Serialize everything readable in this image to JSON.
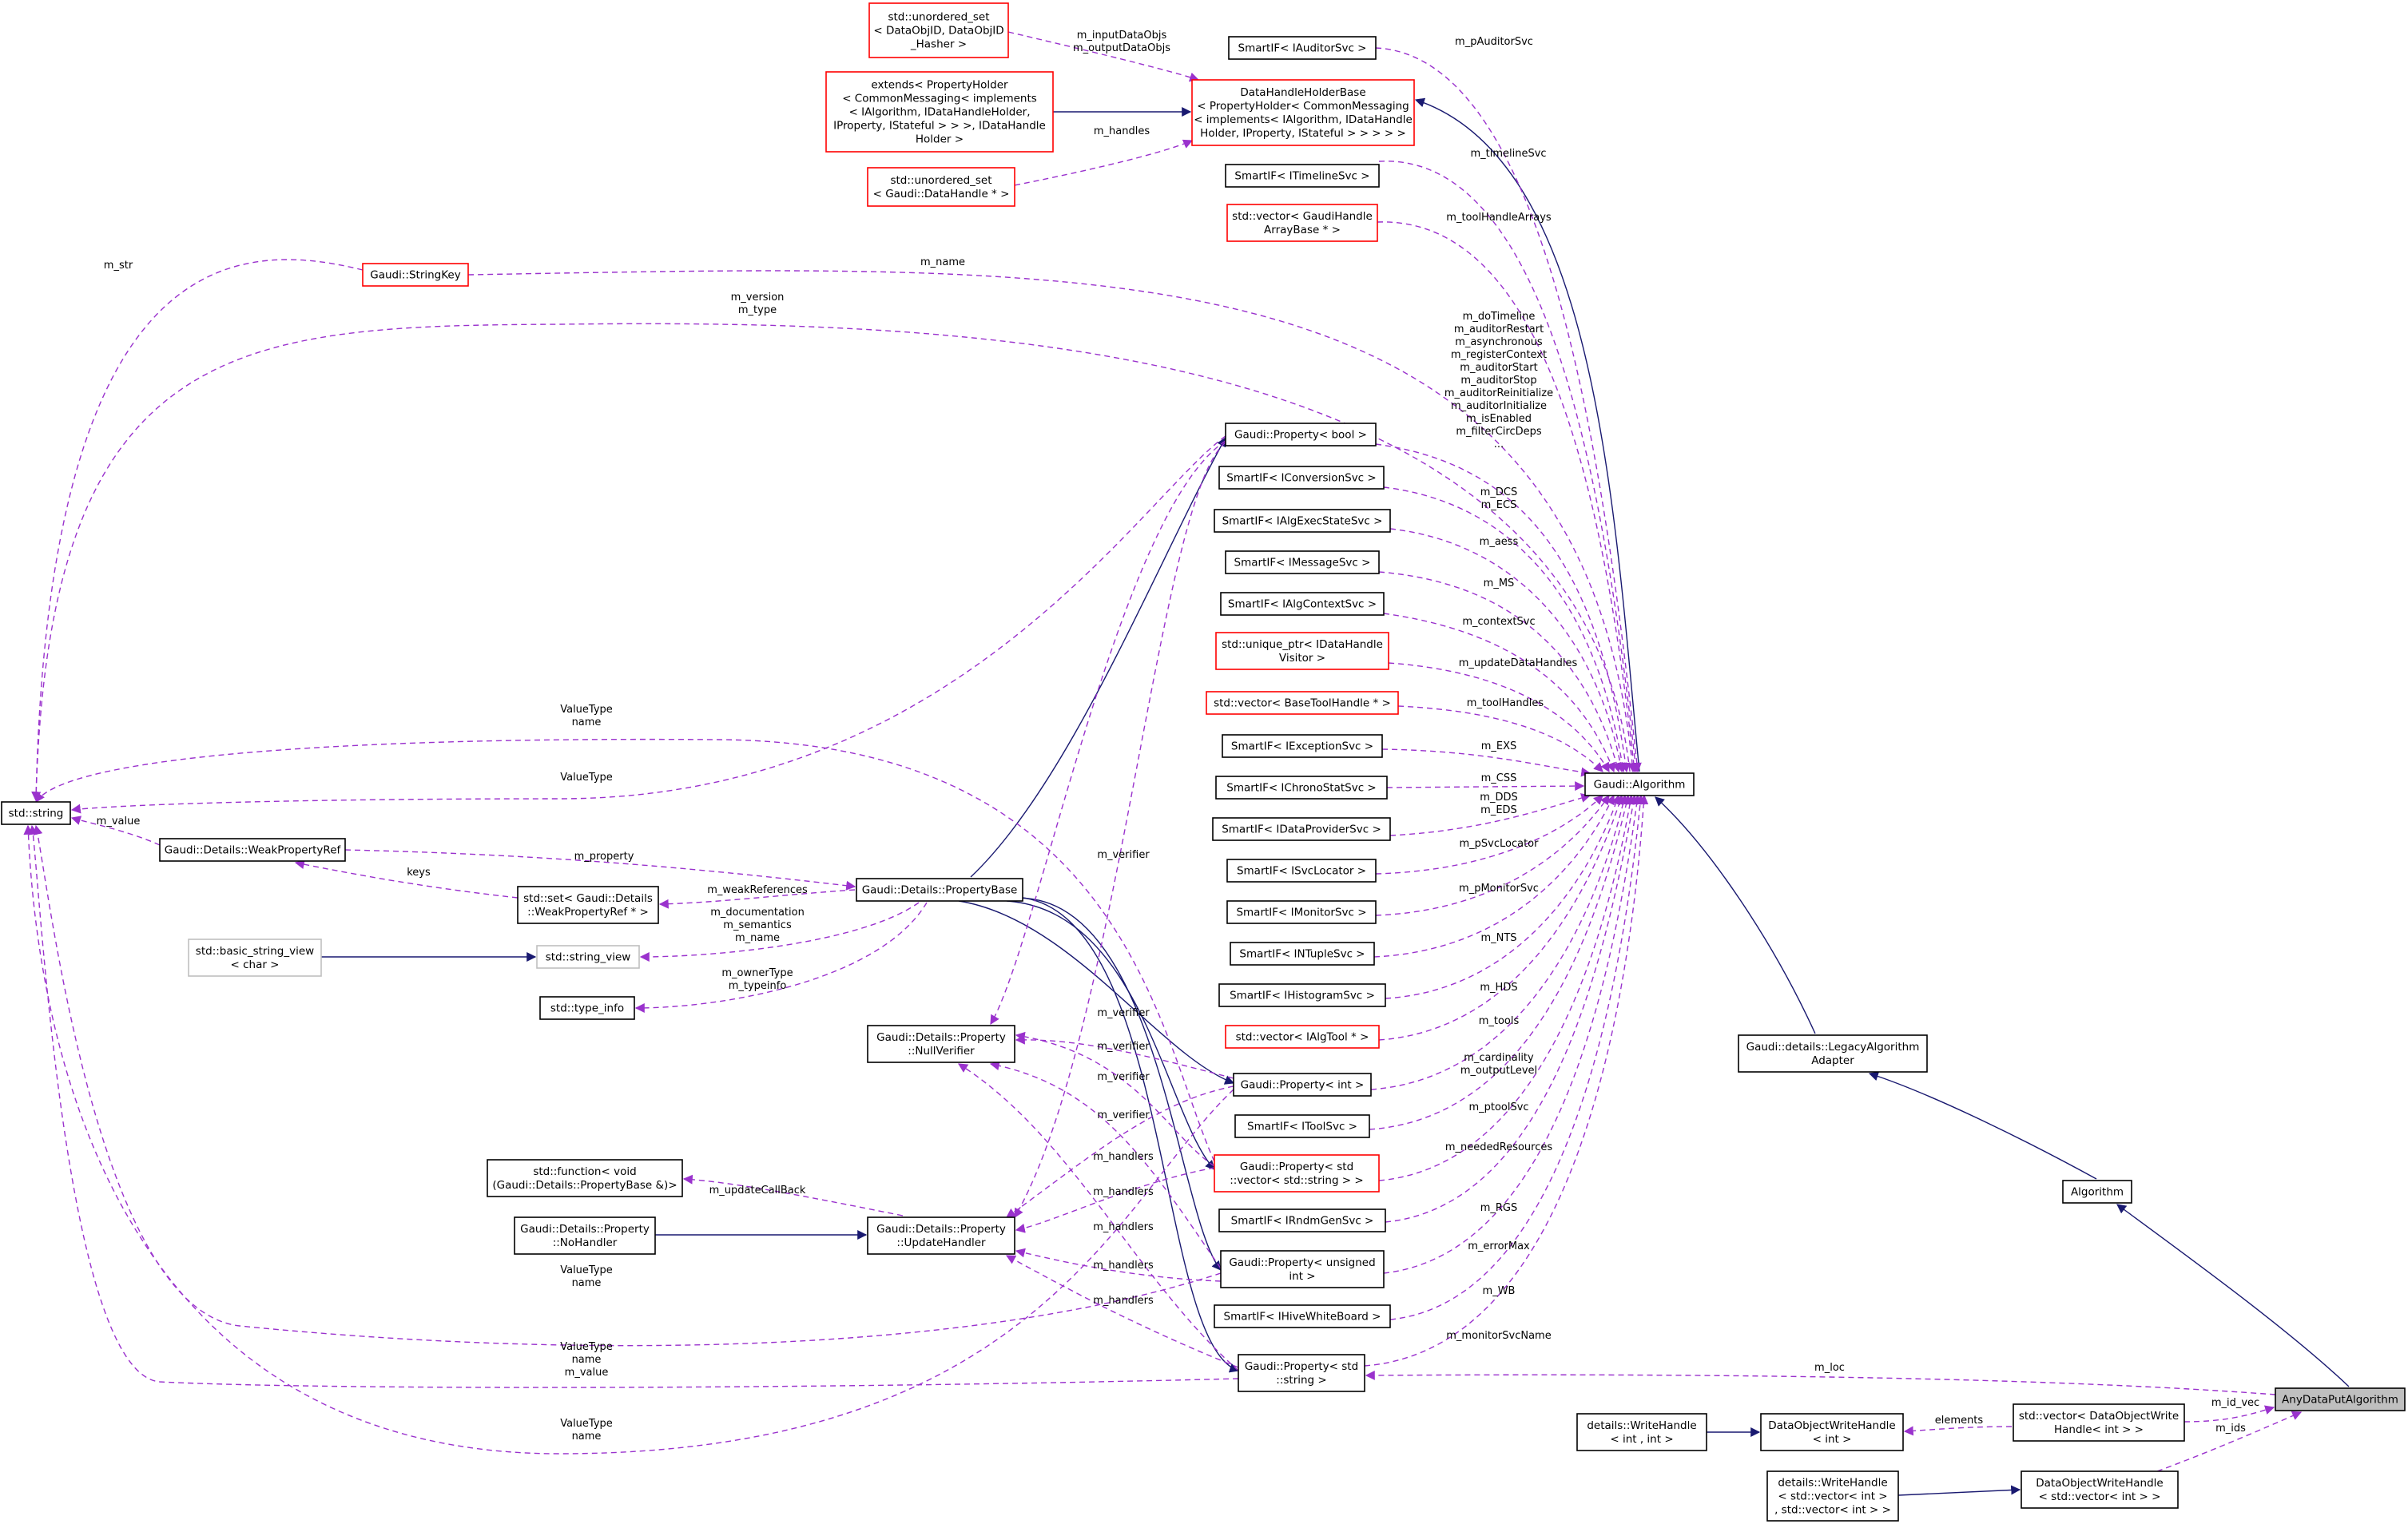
{
  "nodes": [
    {
      "id": "uset_objid",
      "lines": [
        "std::unordered_set",
        "< DataObjID, DataObjID",
        "_Hasher >"
      ],
      "style": "red"
    },
    {
      "id": "extends_ph",
      "lines": [
        "extends< PropertyHolder",
        "< CommonMessaging< implements",
        "< IAlgorithm, IDataHandleHolder,",
        "IProperty, IStateful > > >, IDataHandle",
        "Holder >"
      ],
      "style": "red"
    },
    {
      "id": "uset_datahandle",
      "lines": [
        "std::unordered_set",
        "< Gaudi::DataHandle * >"
      ],
      "style": "red"
    },
    {
      "id": "dhhb",
      "lines": [
        "DataHandleHolderBase",
        "< PropertyHolder< CommonMessaging",
        "< implements< IAlgorithm, IDataHandle",
        "Holder, IProperty, IStateful > > > > >"
      ],
      "style": "red"
    },
    {
      "id": "si_auditor",
      "lines": [
        "SmartIF< IAuditorSvc >"
      ],
      "style": "black"
    },
    {
      "id": "si_timeline",
      "lines": [
        "SmartIF< ITimelineSvc >"
      ],
      "style": "black"
    },
    {
      "id": "vec_gha",
      "lines": [
        "std::vector< GaudiHandle",
        "ArrayBase * >"
      ],
      "style": "red"
    },
    {
      "id": "stringkey",
      "lines": [
        "Gaudi::StringKey"
      ],
      "style": "red"
    },
    {
      "id": "prop_bool",
      "lines": [
        "Gaudi::Property< bool >"
      ],
      "style": "black"
    },
    {
      "id": "si_conv",
      "lines": [
        "SmartIF< IConversionSvc >"
      ],
      "style": "black"
    },
    {
      "id": "si_algexec",
      "lines": [
        "SmartIF< IAlgExecStateSvc >"
      ],
      "style": "black"
    },
    {
      "id": "si_msg",
      "lines": [
        "SmartIF< IMessageSvc >"
      ],
      "style": "black"
    },
    {
      "id": "si_algctx",
      "lines": [
        "SmartIF< IAlgContextSvc >"
      ],
      "style": "black"
    },
    {
      "id": "uptr_visitor",
      "lines": [
        "std::unique_ptr< IDataHandle",
        "Visitor >"
      ],
      "style": "red"
    },
    {
      "id": "vec_bth",
      "lines": [
        "std::vector< BaseToolHandle * >"
      ],
      "style": "red"
    },
    {
      "id": "si_exc",
      "lines": [
        "SmartIF< IExceptionSvc >"
      ],
      "style": "black"
    },
    {
      "id": "si_chrono",
      "lines": [
        "SmartIF< IChronoStatSvc >"
      ],
      "style": "black"
    },
    {
      "id": "si_dataprov",
      "lines": [
        "SmartIF< IDataProviderSvc >"
      ],
      "style": "black"
    },
    {
      "id": "si_svcloc",
      "lines": [
        "SmartIF< ISvcLocator >"
      ],
      "style": "black"
    },
    {
      "id": "si_monitor",
      "lines": [
        "SmartIF< IMonitorSvc >"
      ],
      "style": "black"
    },
    {
      "id": "si_ntuple",
      "lines": [
        "SmartIF< INTupleSvc >"
      ],
      "style": "black"
    },
    {
      "id": "si_histo",
      "lines": [
        "SmartIF< IHistogramSvc >"
      ],
      "style": "black"
    },
    {
      "id": "vec_algtool",
      "lines": [
        "std::vector< IAlgTool * >"
      ],
      "style": "red"
    },
    {
      "id": "prop_int",
      "lines": [
        "Gaudi::Property< int >"
      ],
      "style": "black"
    },
    {
      "id": "si_toolsvc",
      "lines": [
        "SmartIF< IToolSvc >"
      ],
      "style": "black"
    },
    {
      "id": "prop_vecstr",
      "lines": [
        "Gaudi::Property< std",
        "::vector< std::string > >"
      ],
      "style": "red"
    },
    {
      "id": "si_rndm",
      "lines": [
        "SmartIF< IRndmGenSvc >"
      ],
      "style": "black"
    },
    {
      "id": "prop_uint",
      "lines": [
        "Gaudi::Property< unsigned",
        "int >"
      ],
      "style": "black"
    },
    {
      "id": "si_hivewb",
      "lines": [
        "SmartIF< IHiveWhiteBoard >"
      ],
      "style": "black"
    },
    {
      "id": "prop_str",
      "lines": [
        "Gaudi::Property< std",
        "::string >"
      ],
      "style": "black"
    },
    {
      "id": "gaudi_alg",
      "lines": [
        "Gaudi::Algorithm"
      ],
      "style": "black"
    },
    {
      "id": "legacy",
      "lines": [
        "Gaudi::details::LegacyAlgorithm",
        "Adapter"
      ],
      "style": "black"
    },
    {
      "id": "algorithm",
      "lines": [
        "Algorithm"
      ],
      "style": "black"
    },
    {
      "id": "anydata",
      "lines": [
        "AnyDataPutAlgorithm"
      ],
      "style": "focus"
    },
    {
      "id": "vec_dowh",
      "lines": [
        "std::vector< DataObjectWrite",
        "Handle< int > >"
      ],
      "style": "black"
    },
    {
      "id": "dowh_int",
      "lines": [
        "DataObjectWriteHandle",
        "< int >"
      ],
      "style": "black"
    },
    {
      "id": "wh_int",
      "lines": [
        "details::WriteHandle",
        "< int , int >"
      ],
      "style": "black"
    },
    {
      "id": "dowh_vec",
      "lines": [
        "DataObjectWriteHandle",
        "< std::vector< int > >"
      ],
      "style": "black"
    },
    {
      "id": "wh_vec",
      "lines": [
        "details::WriteHandle",
        "< std::vector< int >",
        ", std::vector< int > >"
      ],
      "style": "black"
    },
    {
      "id": "std_string",
      "lines": [
        "std::string"
      ],
      "style": "black"
    },
    {
      "id": "weakpropref",
      "lines": [
        "Gaudi::Details::WeakPropertyRef"
      ],
      "style": "black"
    },
    {
      "id": "set_weak",
      "lines": [
        "std::set< Gaudi::Details",
        "::WeakPropertyRef * >"
      ],
      "style": "black"
    },
    {
      "id": "propbase",
      "lines": [
        "Gaudi::Details::PropertyBase"
      ],
      "style": "black"
    },
    {
      "id": "bsv",
      "lines": [
        "std::basic_string_view",
        "< char >"
      ],
      "style": "gray"
    },
    {
      "id": "string_view",
      "lines": [
        "std::string_view"
      ],
      "style": "gray"
    },
    {
      "id": "type_info",
      "lines": [
        "std::type_info"
      ],
      "style": "black"
    },
    {
      "id": "nullverifier",
      "lines": [
        "Gaudi::Details::Property",
        "::NullVerifier"
      ],
      "style": "black"
    },
    {
      "id": "func",
      "lines": [
        "std::function< void",
        "(Gaudi::Details::PropertyBase &)>"
      ],
      "style": "black"
    },
    {
      "id": "nohandler",
      "lines": [
        "Gaudi::Details::Property",
        "::NoHandler"
      ],
      "style": "black"
    },
    {
      "id": "updatehandler",
      "lines": [
        "Gaudi::Details::Property",
        "::UpdateHandler"
      ],
      "style": "black"
    }
  ],
  "edges": [
    {
      "kind": "inherit",
      "from": "extends_ph",
      "to": "dhhb"
    },
    {
      "kind": "inherit",
      "from": "bsv",
      "to": "string_view"
    },
    {
      "kind": "inherit",
      "from": "nohandler",
      "to": "updatehandler"
    },
    {
      "kind": "inherit",
      "from": "wh_int",
      "to": "dowh_int"
    },
    {
      "kind": "inherit",
      "from": "wh_vec",
      "to": "dowh_vec"
    },
    {
      "kind": "inherit",
      "from": "dhhb",
      "to": "gaudi_alg"
    },
    {
      "kind": "inherit",
      "from": "gaudi_alg",
      "to": "legacy"
    },
    {
      "kind": "inherit",
      "from": "legacy",
      "to": "algorithm"
    },
    {
      "kind": "inherit",
      "from": "algorithm",
      "to": "anydata"
    },
    {
      "kind": "inherit",
      "from": "propbase",
      "to": "prop_bool"
    },
    {
      "kind": "inherit",
      "from": "propbase",
      "to": "prop_int"
    },
    {
      "kind": "inherit",
      "from": "propbase",
      "to": "prop_vecstr"
    },
    {
      "kind": "inherit",
      "from": "propbase",
      "to": "prop_uint"
    },
    {
      "kind": "inherit",
      "from": "propbase",
      "to": "prop_str"
    },
    {
      "kind": "use",
      "from": "uset_objid",
      "to": "dhhb",
      "label": [
        "m_inputDataObjs",
        "m_outputDataObjs"
      ]
    },
    {
      "kind": "use",
      "from": "uset_datahandle",
      "to": "dhhb",
      "label": [
        "m_handles"
      ]
    },
    {
      "kind": "use",
      "from": "si_auditor",
      "to": "gaudi_alg",
      "label": [
        "m_pAuditorSvc"
      ]
    },
    {
      "kind": "use",
      "from": "si_timeline",
      "to": "gaudi_alg",
      "label": [
        "m_timelineSvc"
      ]
    },
    {
      "kind": "use",
      "from": "vec_gha",
      "to": "gaudi_alg",
      "label": [
        "m_toolHandleArrays"
      ]
    },
    {
      "kind": "use",
      "from": "stringkey",
      "to": "gaudi_alg",
      "label": [
        "m_name"
      ]
    },
    {
      "kind": "use",
      "from": "std_string",
      "to": "stringkey",
      "label": [
        "m_str"
      ]
    },
    {
      "kind": "use",
      "from": "std_string",
      "to": "gaudi_alg",
      "label": [
        "m_version",
        "m_type"
      ]
    },
    {
      "kind": "use",
      "from": "prop_bool",
      "to": "gaudi_alg",
      "label": [
        "m_doTimeline",
        "m_auditorRestart",
        "m_asynchronous",
        "m_registerContext",
        "m_auditorStart",
        "m_auditorStop",
        "m_auditorReinitialize",
        "m_auditorInitialize",
        "m_isEnabled",
        "m_filterCircDeps",
        "..."
      ]
    },
    {
      "kind": "use",
      "from": "si_conv",
      "to": "gaudi_alg",
      "label": [
        "m_DCS",
        "m_ECS"
      ]
    },
    {
      "kind": "use",
      "from": "si_algexec",
      "to": "gaudi_alg",
      "label": [
        "m_aess"
      ]
    },
    {
      "kind": "use",
      "from": "si_msg",
      "to": "gaudi_alg",
      "label": [
        "m_MS"
      ]
    },
    {
      "kind": "use",
      "from": "si_algctx",
      "to": "gaudi_alg",
      "label": [
        "m_contextSvc"
      ]
    },
    {
      "kind": "use",
      "from": "uptr_visitor",
      "to": "gaudi_alg",
      "label": [
        "m_updateDataHandles"
      ]
    },
    {
      "kind": "use",
      "from": "vec_bth",
      "to": "gaudi_alg",
      "label": [
        "m_toolHandles"
      ]
    },
    {
      "kind": "use",
      "from": "si_exc",
      "to": "gaudi_alg",
      "label": [
        "m_EXS"
      ]
    },
    {
      "kind": "use",
      "from": "si_chrono",
      "to": "gaudi_alg",
      "label": [
        "m_CSS"
      ]
    },
    {
      "kind": "use",
      "from": "si_dataprov",
      "to": "gaudi_alg",
      "label": [
        "m_DDS",
        "m_EDS"
      ]
    },
    {
      "kind": "use",
      "from": "si_svcloc",
      "to": "gaudi_alg",
      "label": [
        "m_pSvcLocator"
      ]
    },
    {
      "kind": "use",
      "from": "si_monitor",
      "to": "gaudi_alg",
      "label": [
        "m_pMonitorSvc"
      ]
    },
    {
      "kind": "use",
      "from": "si_ntuple",
      "to": "gaudi_alg",
      "label": [
        "m_NTS"
      ]
    },
    {
      "kind": "use",
      "from": "si_histo",
      "to": "gaudi_alg",
      "label": [
        "m_HDS"
      ]
    },
    {
      "kind": "use",
      "from": "vec_algtool",
      "to": "gaudi_alg",
      "label": [
        "m_tools"
      ]
    },
    {
      "kind": "use",
      "from": "prop_int",
      "to": "gaudi_alg",
      "label": [
        "m_cardinality",
        "m_outputLevel"
      ]
    },
    {
      "kind": "use",
      "from": "si_toolsvc",
      "to": "gaudi_alg",
      "label": [
        "m_ptoolSvc"
      ]
    },
    {
      "kind": "use",
      "from": "prop_vecstr",
      "to": "gaudi_alg",
      "label": [
        "m_neededResources"
      ]
    },
    {
      "kind": "use",
      "from": "si_rndm",
      "to": "gaudi_alg",
      "label": [
        "m_RGS"
      ]
    },
    {
      "kind": "use",
      "from": "prop_uint",
      "to": "gaudi_alg",
      "label": [
        "m_errorMax"
      ]
    },
    {
      "kind": "use",
      "from": "si_hivewb",
      "to": "gaudi_alg",
      "label": [
        "m_WB"
      ]
    },
    {
      "kind": "use",
      "from": "prop_str",
      "to": "gaudi_alg",
      "label": [
        "m_monitorSvcName"
      ]
    },
    {
      "kind": "use",
      "from": "prop_str",
      "to": "anydata",
      "label": [
        "m_loc"
      ]
    },
    {
      "kind": "use",
      "from": "vec_dowh",
      "to": "anydata",
      "label": [
        "m_id_vec"
      ]
    },
    {
      "kind": "use",
      "from": "dowh_vec",
      "to": "anydata",
      "label": [
        "m_ids"
      ]
    },
    {
      "kind": "use",
      "from": "dowh_int",
      "to": "vec_dowh",
      "label": [
        "elements"
      ]
    },
    {
      "kind": "use",
      "from": "std_string",
      "to": "weakpropref",
      "label": [
        "m_value"
      ]
    },
    {
      "kind": "use",
      "from": "weakpropref",
      "to": "set_weak",
      "label": [
        "keys"
      ]
    },
    {
      "kind": "use",
      "from": "set_weak",
      "to": "propbase",
      "label": [
        "m_weakReferences"
      ]
    },
    {
      "kind": "use",
      "from": "propbase",
      "to": "weakpropref",
      "label": [
        "m_property"
      ]
    },
    {
      "kind": "use",
      "from": "string_view",
      "to": "propbase",
      "label": [
        "m_documentation",
        "m_semantics",
        "m_name"
      ]
    },
    {
      "kind": "use",
      "from": "type_info",
      "to": "propbase",
      "label": [
        "m_ownerType",
        "m_typeinfo"
      ]
    },
    {
      "kind": "use",
      "from": "func",
      "to": "updatehandler",
      "label": [
        "m_updateCallBack"
      ]
    },
    {
      "kind": "use",
      "from": "std_string",
      "to": "prop_bool",
      "label": [
        "ValueType"
      ]
    },
    {
      "kind": "use",
      "from": "std_string",
      "to": "prop_vecstr",
      "label": [
        "ValueType",
        "name"
      ]
    },
    {
      "kind": "use",
      "from": "std_string",
      "to": "prop_uint",
      "label": [
        "ValueType",
        "name"
      ]
    },
    {
      "kind": "use",
      "from": "std_string",
      "to": "prop_str",
      "label": [
        "ValueType",
        "name",
        "m_value"
      ]
    },
    {
      "kind": "use",
      "from": "std_string",
      "to": "prop_int",
      "label": [
        "ValueType",
        "name"
      ]
    },
    {
      "kind": "use",
      "from": "nullverifier",
      "to": "prop_bool",
      "label": [
        "m_verifier"
      ]
    },
    {
      "kind": "use",
      "from": "nullverifier",
      "to": "prop_vecstr",
      "label": [
        "m_verifier"
      ]
    },
    {
      "kind": "use",
      "from": "nullverifier",
      "to": "prop_int",
      "label": [
        "m_verifier"
      ]
    },
    {
      "kind": "use",
      "from": "nullverifier",
      "to": "prop_uint",
      "label": [
        "m_verifier"
      ]
    },
    {
      "kind": "use",
      "from": "nullverifier",
      "to": "prop_str",
      "label": [
        "m_verifier"
      ]
    },
    {
      "kind": "use",
      "from": "updatehandler",
      "to": "prop_bool",
      "label": [
        "m_handlers"
      ]
    },
    {
      "kind": "use",
      "from": "updatehandler",
      "to": "prop_vecstr",
      "label": [
        "m_handlers"
      ]
    },
    {
      "kind": "use",
      "from": "updatehandler",
      "to": "prop_int",
      "label": [
        "m_handlers"
      ]
    },
    {
      "kind": "use",
      "from": "updatehandler",
      "to": "prop_uint",
      "label": [
        "m_handlers"
      ]
    },
    {
      "kind": "use",
      "from": "updatehandler",
      "to": "prop_str",
      "label": [
        "m_handlers"
      ]
    }
  ]
}
